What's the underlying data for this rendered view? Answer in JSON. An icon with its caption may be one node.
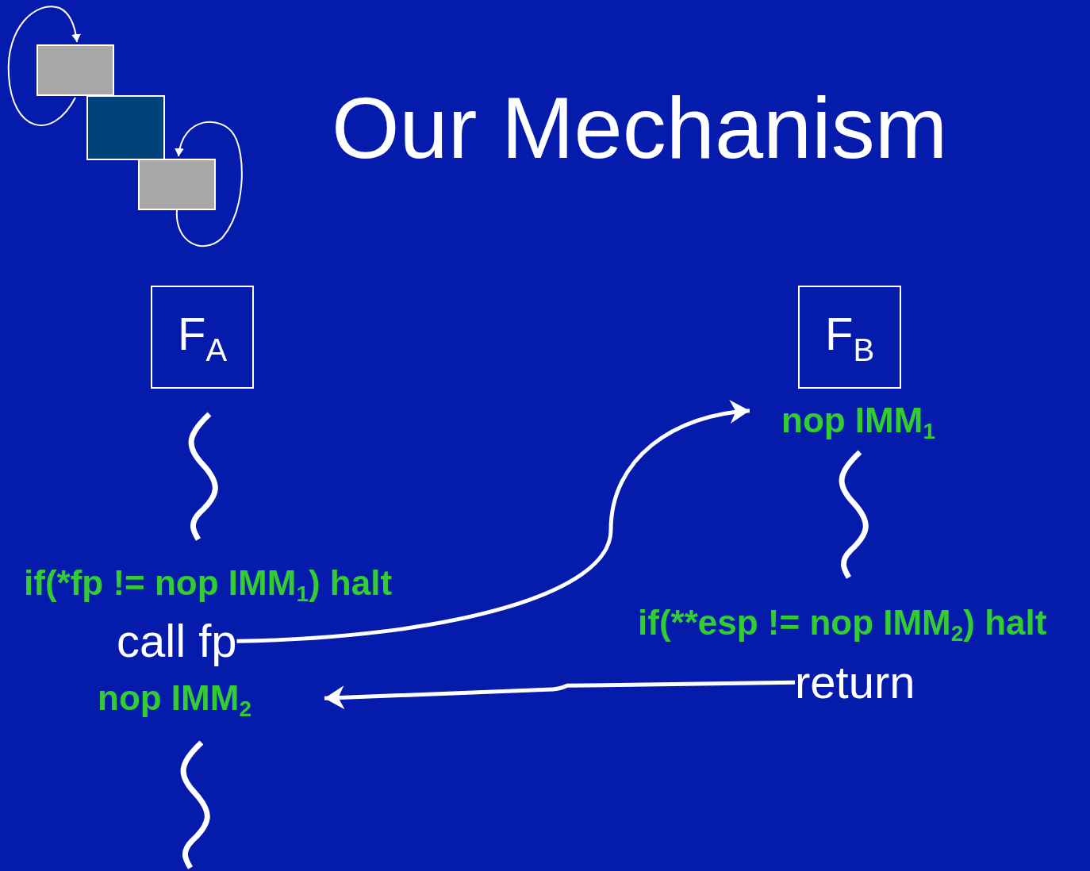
{
  "diagram": {
    "title": "Our Mechanism",
    "nodes": [
      {
        "text": [
          "F$_{A}$"
        ]
      },
      {
        "text": [
          "F$_{B}$"
        ]
      },
      {
        "text": [
          "nop IMM$_{1}$"
        ]
      },
      {
        "text": [
          "call fp"
        ]
      },
      {
        "text": [
          "return"
        ]
      },
      {
        "text": [
          "nop IMM$_{2}$"
        ]
      }
    ],
    "edges": [
      {
        "from": 3,
        "to": 2,
        "arrow": "to"
      },
      {
        "from": 4,
        "to": 5,
        "arrow": "to"
      }
    ],
    "labels": [
      "if(*fp != nop IMM$_{1}$) halt",
      "if(**esp != nop IMM$_{2}$) halt"
    ]
  }
}
